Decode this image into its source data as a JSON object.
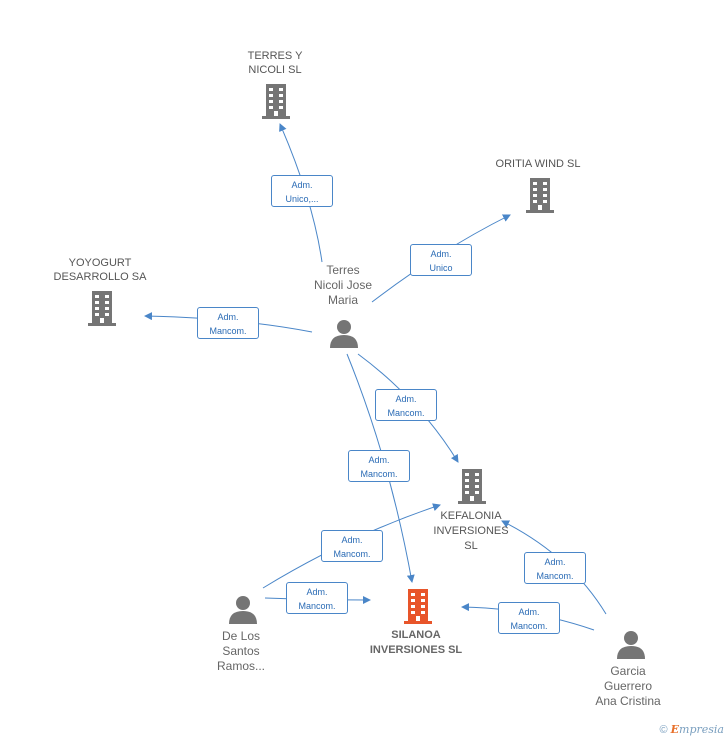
{
  "nodes": {
    "terres_y_nicoli": {
      "line1": "TERRES Y",
      "line2": "NICOLI SL"
    },
    "oritia_wind": {
      "line1": "ORITIA WIND SL"
    },
    "yoyogurt": {
      "line1": "YOYOGURT",
      "line2": "DESARROLLO SA"
    },
    "kefalonia": {
      "line1": "KEFALONIA",
      "line2": "INVERSIONES",
      "line3": "SL"
    },
    "silanoa": {
      "line1": "SILANOA",
      "line2": "INVERSIONES SL"
    },
    "terres_person": {
      "line1": "Terres",
      "line2": "Nicoli Jose",
      "line3": "Maria"
    },
    "de_los_santos": {
      "line1": "De Los",
      "line2": "Santos",
      "line3": "Ramos..."
    },
    "garcia": {
      "line1": "Garcia",
      "line2": "Guerrero",
      "line3": "Ana Cristina"
    }
  },
  "edges": [
    {
      "line1": "Adm.",
      "line2": "Unico,..."
    },
    {
      "line1": "Adm.",
      "line2": "Unico"
    },
    {
      "line1": "Adm.",
      "line2": "Mancom."
    },
    {
      "line1": "Adm.",
      "line2": "Mancom."
    },
    {
      "line1": "Adm.",
      "line2": "Mancom."
    },
    {
      "line1": "Adm.",
      "line2": "Mancom."
    },
    {
      "line1": "Adm.",
      "line2": "Mancom."
    },
    {
      "line1": "Adm.",
      "line2": "Mancom."
    },
    {
      "line1": "Adm.",
      "line2": "Mancom."
    }
  ],
  "colors": {
    "edge": "#4a86c8",
    "company": "#757575",
    "focus_company": "#e8552a",
    "person": "#757575"
  },
  "footer": {
    "copyright": "©",
    "brand_first": "E",
    "brand_rest": "mpresia"
  }
}
